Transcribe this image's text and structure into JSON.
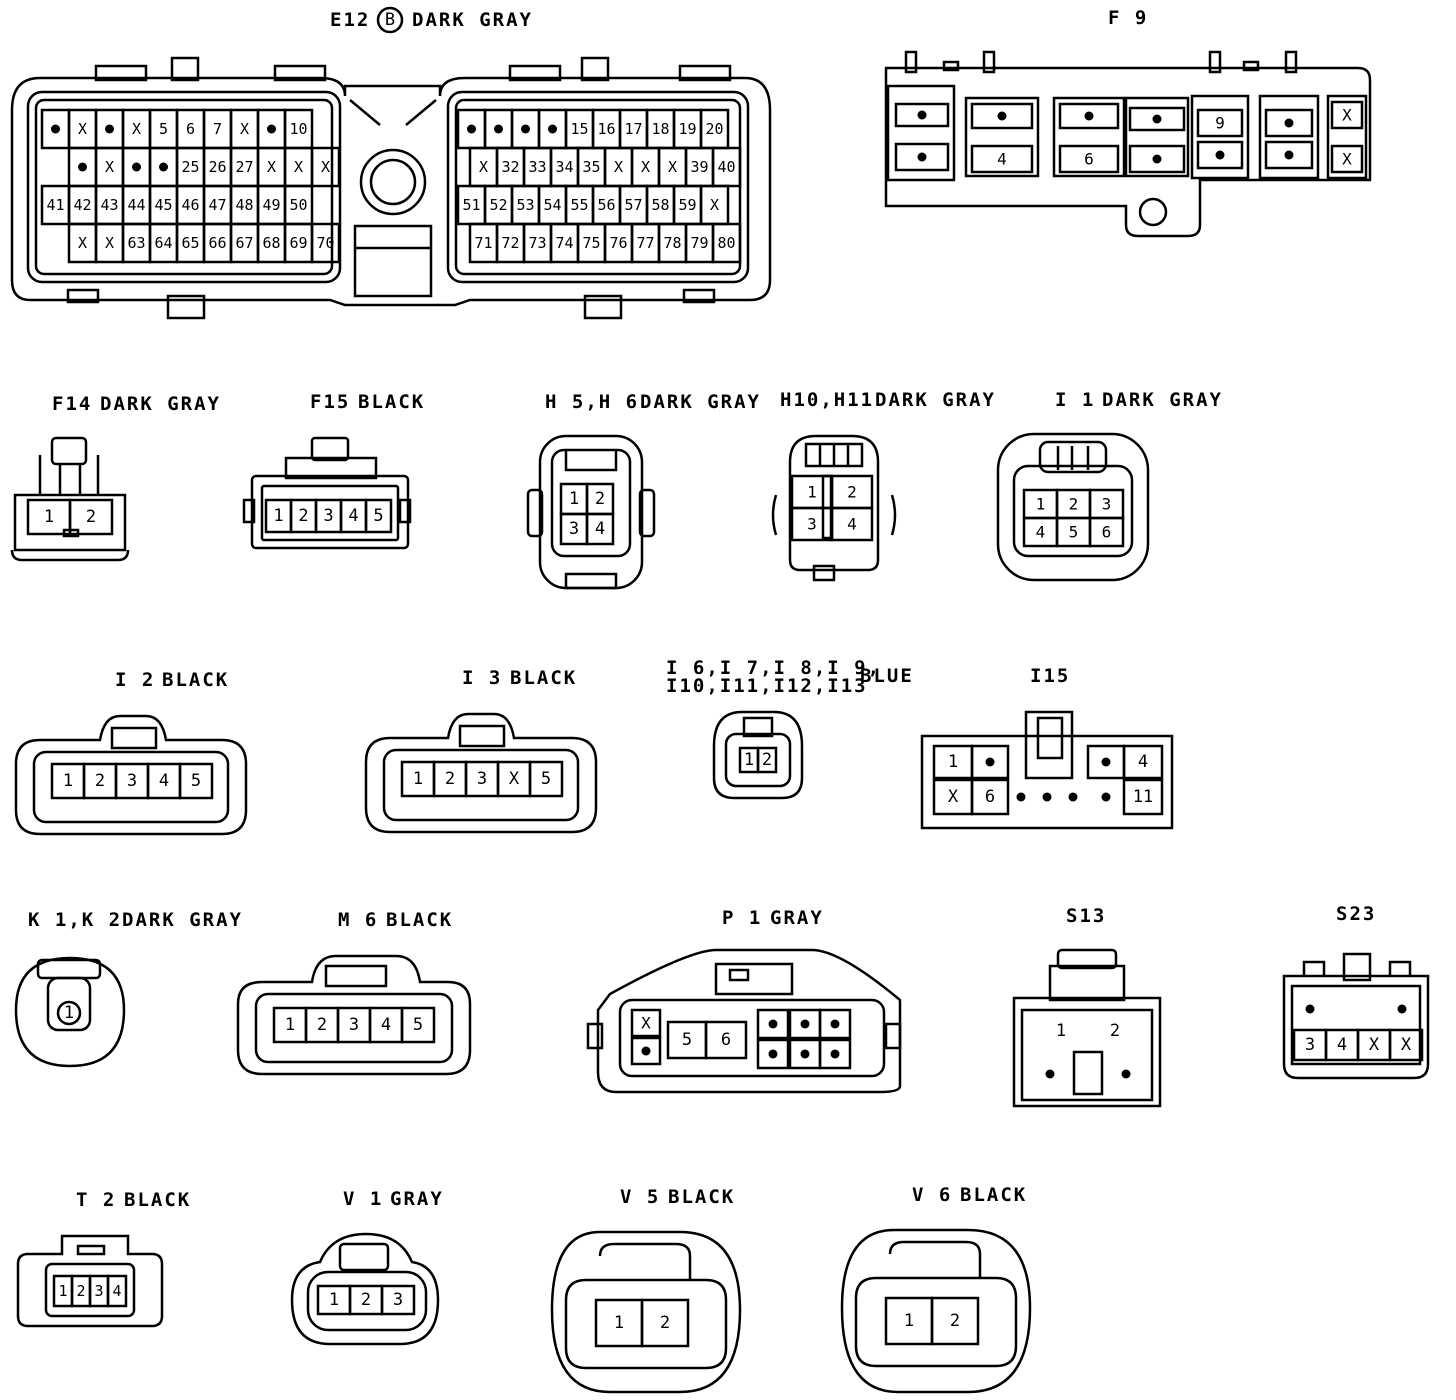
{
  "connectors": {
    "E12": {
      "code": "E12",
      "circle": "B",
      "color": "DARK GRAY",
      "left": [
        [
          "•",
          "X",
          "•",
          "X",
          "5",
          "6",
          "7",
          "X",
          "•",
          "10"
        ],
        [
          "",
          "•",
          "X",
          "•",
          "•",
          "25",
          "26",
          "27",
          "X",
          "X",
          "X"
        ],
        [
          "41",
          "42",
          "43",
          "44",
          "45",
          "46",
          "47",
          "48",
          "49",
          "50"
        ],
        [
          "",
          "X",
          "X",
          "63",
          "64",
          "65",
          "66",
          "67",
          "68",
          "69",
          "70"
        ]
      ],
      "right": [
        [
          "•",
          "•",
          "•",
          "•",
          "15",
          "16",
          "17",
          "18",
          "19",
          "20"
        ],
        [
          "X",
          "32",
          "33",
          "34",
          "35",
          "X",
          "X",
          "X",
          "39",
          "40"
        ],
        [
          "51",
          "52",
          "53",
          "54",
          "55",
          "56",
          "57",
          "58",
          "59",
          "X"
        ],
        [
          "",
          "71",
          "72",
          "73",
          "74",
          "75",
          "76",
          "77",
          "78",
          "79",
          "80"
        ]
      ]
    },
    "F9": {
      "code": "F 9",
      "cells": [
        "•",
        "•",
        "•",
        "4",
        "•",
        "6",
        "•",
        "•",
        "9",
        "•",
        "•",
        "•",
        "X",
        "X"
      ]
    },
    "F14": {
      "code": "F14",
      "color": "DARK GRAY",
      "pins": [
        "1",
        "2"
      ]
    },
    "F15": {
      "code": "F15",
      "color": "BLACK",
      "pins": [
        "1",
        "2",
        "3",
        "4",
        "5"
      ]
    },
    "H5": {
      "code": "H 5,H 6",
      "color": "DARK GRAY",
      "pins": [
        "1",
        "2",
        "3",
        "4"
      ]
    },
    "H10": {
      "code": "H10,H11",
      "color": "DARK GRAY",
      "pins": [
        "1",
        "2",
        "3",
        "4"
      ]
    },
    "I1": {
      "code": "I 1",
      "color": "DARK GRAY",
      "pins": [
        "1",
        "2",
        "3",
        "4",
        "5",
        "6"
      ]
    },
    "I2": {
      "code": "I 2",
      "color": "BLACK",
      "pins": [
        "1",
        "2",
        "3",
        "4",
        "5"
      ]
    },
    "I3": {
      "code": "I 3",
      "color": "BLACK",
      "pins": [
        "1",
        "2",
        "3",
        "X",
        "5"
      ]
    },
    "I6": {
      "code_line1": "I 6,I 7,I 8,I 9,",
      "code_line2": "I10,I11,I12,I13",
      "color": "BLUE",
      "pins": [
        "1",
        "2"
      ]
    },
    "I15": {
      "code": "I15",
      "top": [
        "1",
        "•",
        "•",
        "4"
      ],
      "bottom": [
        "X",
        "6",
        "•",
        "•",
        "•",
        "•",
        "11"
      ]
    },
    "K1": {
      "code": "K 1,K 2",
      "color": "DARK GRAY",
      "pins": [
        "1"
      ]
    },
    "M6": {
      "code": "M 6",
      "color": "BLACK",
      "pins": [
        "1",
        "2",
        "3",
        "4",
        "5"
      ]
    },
    "P1": {
      "code": "P 1",
      "color": "GRAY",
      "pins": [
        "X",
        "•",
        "5",
        "6",
        "•",
        "•",
        "•",
        "•",
        "•",
        "•"
      ]
    },
    "S13": {
      "code": "S13",
      "pins": [
        "1",
        "2",
        "•",
        "•"
      ]
    },
    "S23": {
      "code": "S23",
      "pins": [
        "•",
        "•",
        "3",
        "4",
        "X",
        "X"
      ]
    },
    "T2": {
      "code": "T 2",
      "color": "BLACK",
      "pins": [
        "1",
        "2",
        "3",
        "4"
      ]
    },
    "V1": {
      "code": "V 1",
      "color": "GRAY",
      "pins": [
        "1",
        "2",
        "3"
      ]
    },
    "V5": {
      "code": "V 5",
      "color": "BLACK",
      "pins": [
        "1",
        "2"
      ]
    },
    "V6": {
      "code": "V 6",
      "color": "BLACK",
      "pins": [
        "1",
        "2"
      ]
    }
  },
  "colors": {
    "line": "#000000",
    "background": "#ffffff"
  }
}
